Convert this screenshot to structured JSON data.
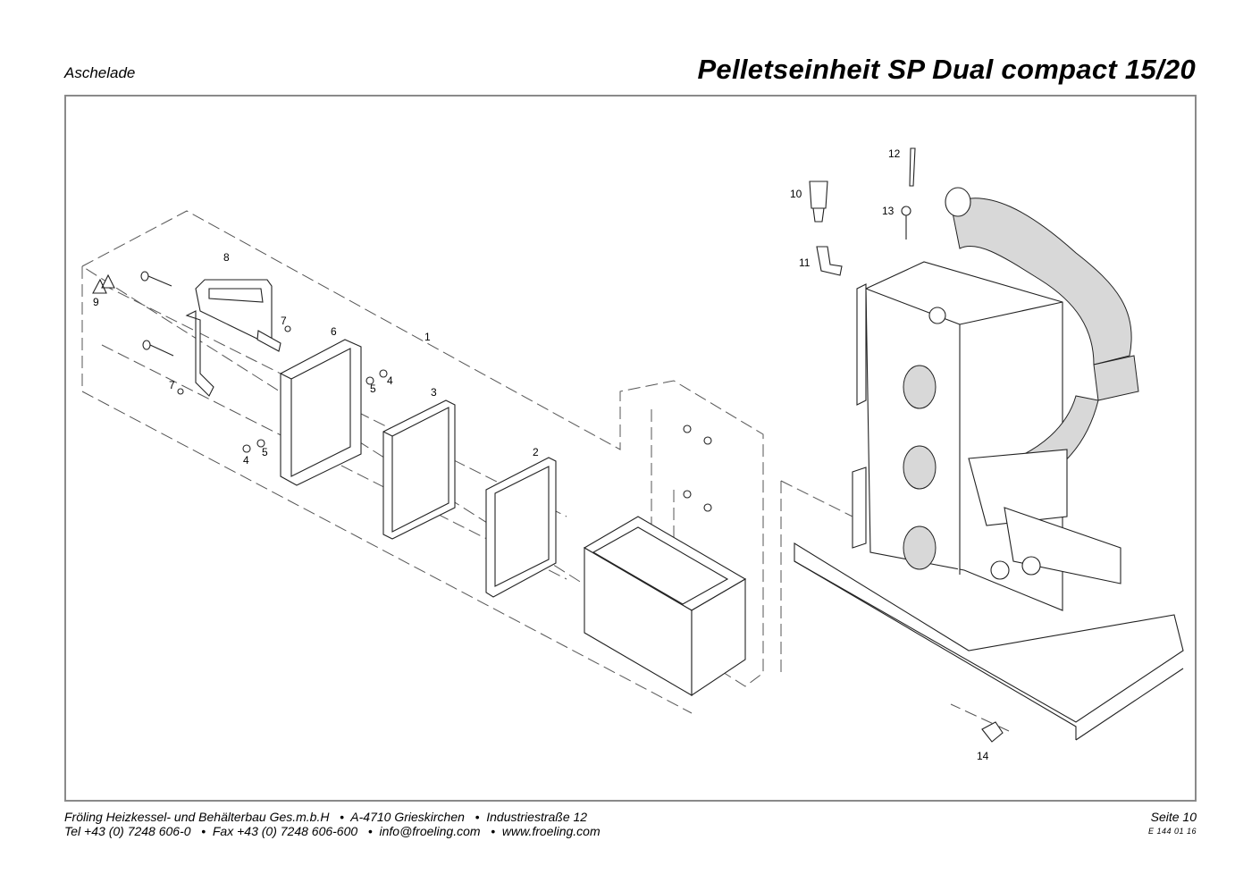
{
  "header": {
    "subtitle": "Aschelade",
    "title": "Pelletseinheit SP Dual compact 15/20"
  },
  "callouts": [
    {
      "id": "c1",
      "text": "1"
    },
    {
      "id": "c2",
      "text": "2"
    },
    {
      "id": "c3",
      "text": "3"
    },
    {
      "id": "c4a",
      "text": "4"
    },
    {
      "id": "c4b",
      "text": "4"
    },
    {
      "id": "c5a",
      "text": "5"
    },
    {
      "id": "c5b",
      "text": "5"
    },
    {
      "id": "c6",
      "text": "6"
    },
    {
      "id": "c7a",
      "text": "7"
    },
    {
      "id": "c7b",
      "text": "7"
    },
    {
      "id": "c8",
      "text": "8"
    },
    {
      "id": "c9",
      "text": "9"
    },
    {
      "id": "c10",
      "text": "10"
    },
    {
      "id": "c11",
      "text": "11"
    },
    {
      "id": "c12",
      "text": "12"
    },
    {
      "id": "c13",
      "text": "13"
    },
    {
      "id": "c14",
      "text": "14"
    }
  ],
  "footer": {
    "line1": "Fröling Heizkessel- und Behälterbau Ges.m.b.H   •  A-4710 Grieskirchen   •  Industriestraße 12",
    "line2": "Tel +43 (0) 7248 606-0   •  Fax +43 (0) 7248 606-600   •  info@froeling.com   •  www.froeling.com",
    "page": "Seite 10",
    "doc_code": "E 144 01 16"
  }
}
